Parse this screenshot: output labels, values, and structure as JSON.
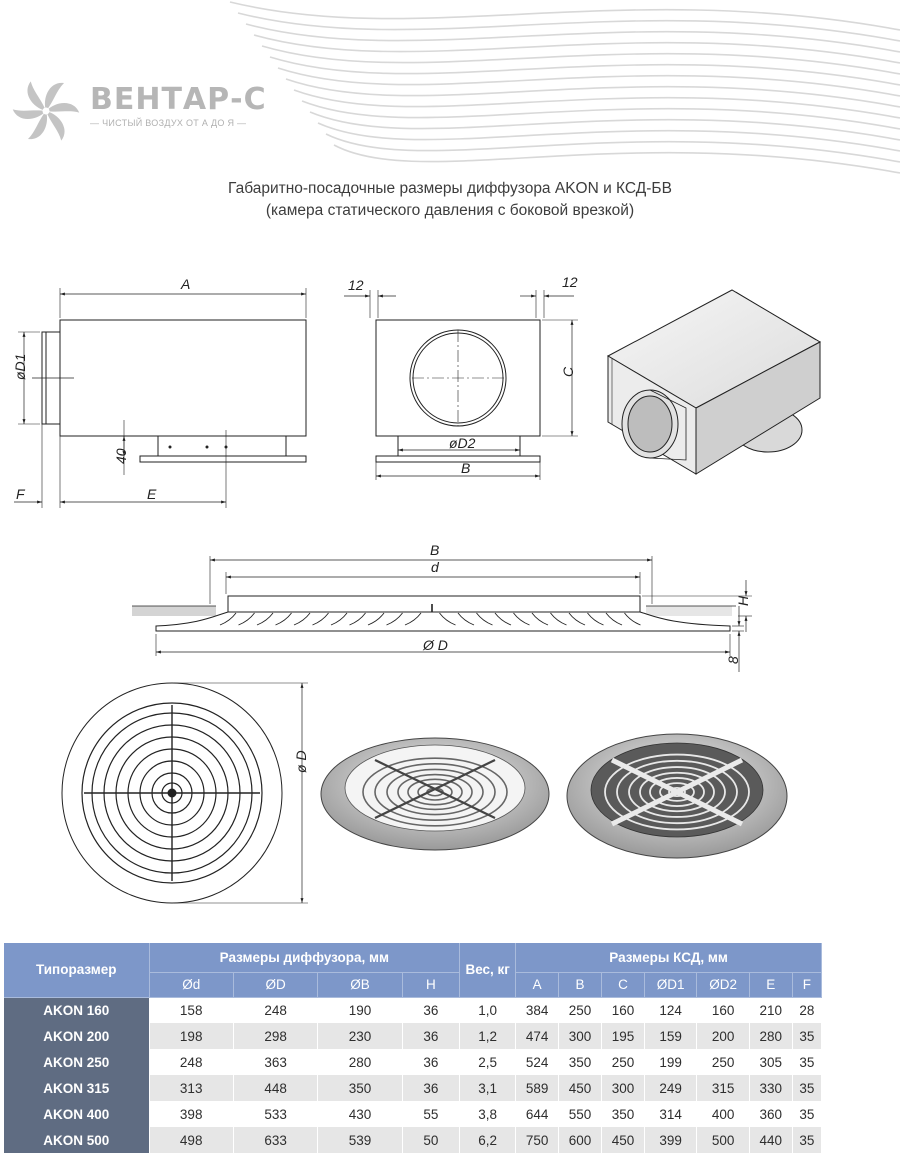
{
  "logo": {
    "name": "ВЕНТАР-С",
    "tagline": "— ЧИСТЫЙ ВОЗДУХ ОТ А ДО Я —",
    "icon": "fan-icon"
  },
  "title": {
    "line1": "Габаритно-посадочные размеры диффузора AKON и КСД-БВ",
    "line2": "(камера статического давления с боковой врезкой)"
  },
  "drawing_labels": {
    "side_A": "A",
    "side_D1": "øD1",
    "side_40": "40",
    "side_F": "F",
    "side_E": "E",
    "front_12_left": "12",
    "front_12_right": "12",
    "front_C": "C",
    "front_D2": "øD2",
    "front_B": "B",
    "section_B": "B",
    "section_d": "d",
    "section_H": "H",
    "section_D": "Ø D",
    "section_8": "8",
    "plan_D": "ø D"
  },
  "table": {
    "header": {
      "size": "Типоразмер",
      "diffuser_group": "Размеры диффузора, мм",
      "weight": "Вес, кг",
      "ksd_group": "Размеры КСД, мм",
      "diffuser_cols": [
        "Ød",
        "ØD",
        "ØB",
        "H"
      ],
      "ksd_cols": [
        "A",
        "B",
        "C",
        "ØD1",
        "ØD2",
        "E",
        "F"
      ]
    },
    "rows": [
      {
        "name": "AKON 160",
        "d": "158",
        "D": "248",
        "B": "190",
        "H": "36",
        "w": "1,0",
        "A": "384",
        "KB": "250",
        "C": "160",
        "D1": "124",
        "D2": "160",
        "E": "210",
        "F": "28"
      },
      {
        "name": "AKON 200",
        "d": "198",
        "D": "298",
        "B": "230",
        "H": "36",
        "w": "1,2",
        "A": "474",
        "KB": "300",
        "C": "195",
        "D1": "159",
        "D2": "200",
        "E": "280",
        "F": "35"
      },
      {
        "name": "AKON 250",
        "d": "248",
        "D": "363",
        "B": "280",
        "H": "36",
        "w": "2,5",
        "A": "524",
        "KB": "350",
        "C": "250",
        "D1": "199",
        "D2": "250",
        "E": "305",
        "F": "35"
      },
      {
        "name": "AKON 315",
        "d": "313",
        "D": "448",
        "B": "350",
        "H": "36",
        "w": "3,1",
        "A": "589",
        "KB": "450",
        "C": "300",
        "D1": "249",
        "D2": "315",
        "E": "330",
        "F": "35"
      },
      {
        "name": "AKON 400",
        "d": "398",
        "D": "533",
        "B": "430",
        "H": "55",
        "w": "3,8",
        "A": "644",
        "KB": "550",
        "C": "350",
        "D1": "314",
        "D2": "400",
        "E": "360",
        "F": "35"
      },
      {
        "name": "AKON 500",
        "d": "498",
        "D": "633",
        "B": "539",
        "H": "50",
        "w": "6,2",
        "A": "750",
        "KB": "600",
        "C": "450",
        "D1": "399",
        "D2": "500",
        "E": "440",
        "F": "35"
      }
    ]
  }
}
